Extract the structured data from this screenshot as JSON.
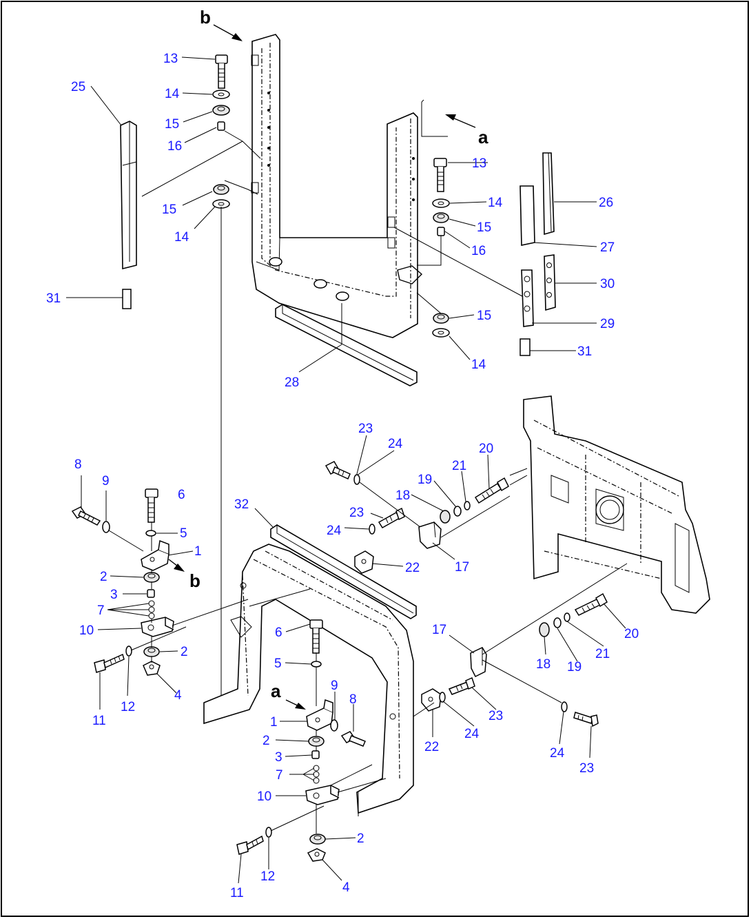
{
  "diagram": {
    "view_labels": [
      "a",
      "b"
    ],
    "callouts": [
      "1",
      "2",
      "3",
      "4",
      "5",
      "6",
      "7",
      "8",
      "9",
      "10",
      "11",
      "12",
      "13",
      "14",
      "15",
      "16",
      "17",
      "18",
      "19",
      "20",
      "21",
      "22",
      "23",
      "24",
      "25",
      "26",
      "27",
      "28",
      "29",
      "30",
      "31",
      "32"
    ]
  }
}
